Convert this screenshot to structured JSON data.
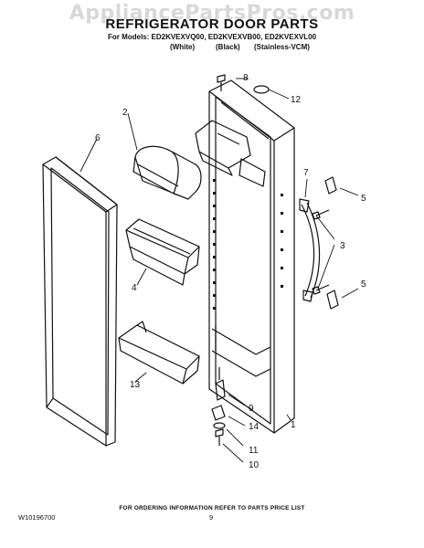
{
  "watermark": "AppliancePartsPros.com",
  "title": "REFRIGERATOR DOOR PARTS",
  "models_line": "For Models: ED2KVEXVQ00, ED2KVEXVB00, ED2KVEXVL00",
  "variants": [
    "(White)",
    "(Black)",
    "(Stainless-VCM)"
  ],
  "callouts": {
    "c1": "1",
    "c2": "2",
    "c3": "3",
    "c4": "4",
    "c5a": "5",
    "c5b": "5",
    "c6": "6",
    "c7": "7",
    "c8": "8",
    "c9": "9",
    "c10": "10",
    "c11": "11",
    "c12": "12",
    "c13": "13",
    "c14": "14"
  },
  "footer_note": "FOR ORDERING INFORMATION REFER TO PARTS PRICE LIST",
  "doc_id": "W10196700",
  "page_number": "9"
}
